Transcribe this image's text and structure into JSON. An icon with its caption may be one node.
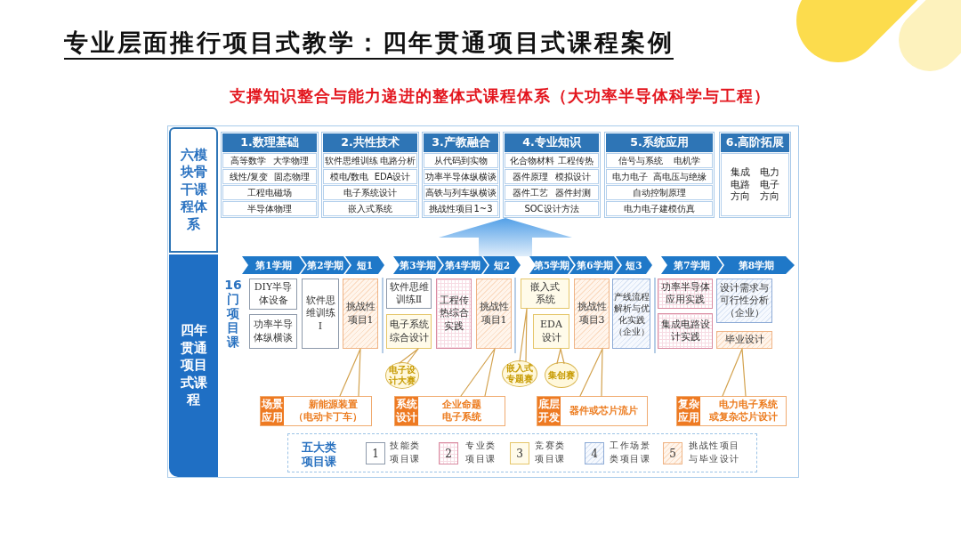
{
  "diagram": {
    "title": "专业层面推行项目式教学：四年贯通项目式课程案例",
    "nodes": [
      {
        "text": [
          "六模块骨干课程体系"
        ]
      },
      {
        "text": [
          "1.数理基础"
        ]
      },
      {
        "text": [
          "高等数学",
          "大学物理"
        ],
        "in": 1
      },
      {
        "text": [
          "线性/复变",
          "固态物理"
        ],
        "in": 1
      },
      {
        "text": [
          "工程电磁场"
        ],
        "in": 1
      },
      {
        "text": [
          "半导体物理"
        ],
        "in": 1
      },
      {
        "text": [
          "2.共性技术"
        ]
      },
      {
        "text": [
          "软件思维训练",
          "电路分析"
        ],
        "in": 6
      },
      {
        "text": [
          "模电/数电",
          "EDA设计"
        ],
        "in": 6
      },
      {
        "text": [
          "电子系统设计"
        ],
        "in": 6
      },
      {
        "text": [
          "嵌入式系统"
        ],
        "in": 6
      },
      {
        "text": [
          "3.产教融合"
        ]
      },
      {
        "text": [
          "从代码到实物"
        ],
        "in": 11
      },
      {
        "text": [
          "功率半导体纵横谈"
        ],
        "in": 11
      },
      {
        "text": [
          "高铁与列车纵横谈"
        ],
        "in": 11
      },
      {
        "text": [
          "挑战性项目1~3"
        ],
        "in": 11
      },
      {
        "text": [
          "4.专业知识"
        ]
      },
      {
        "text": [
          "化合物材料",
          "工程传热"
        ],
        "in": 16
      },
      {
        "text": [
          "器件原理",
          "模拟设计"
        ],
        "in": 16
      },
      {
        "text": [
          "器件工艺",
          "器件封测"
        ],
        "in": 16
      },
      {
        "text": [
          "SOC设计方法"
        ],
        "in": 16
      },
      {
        "text": [
          "5.系统应用"
        ]
      },
      {
        "text": [
          "信号与系统",
          "电机学"
        ],
        "in": 21
      },
      {
        "text": [
          "电力电子",
          "高电压与绝缘"
        ],
        "in": 21
      },
      {
        "text": [
          "自动控制原理"
        ],
        "in": 21
      },
      {
        "text": [
          "电力电子建模仿真"
        ],
        "in": 21
      },
      {
        "text": [
          "6.高阶拓展"
        ]
      },
      {
        "text": [
          "集成电路方向",
          "电力电子方向"
        ],
        "in": 26
      },
      {
        "text": [
          "四年贯通项目式课程"
        ]
      },
      {
        "text": [
          "第1学期"
        ]
      },
      {
        "text": [
          "第2学期"
        ]
      },
      {
        "text": [
          "短1"
        ]
      },
      {
        "text": [
          "第3学期"
        ]
      },
      {
        "text": [
          "第4学期"
        ]
      },
      {
        "text": [
          "短2"
        ]
      },
      {
        "text": [
          "第5学期"
        ]
      },
      {
        "text": [
          "第6学期"
        ]
      },
      {
        "text": [
          "短3"
        ]
      },
      {
        "text": [
          "第7学期"
        ]
      },
      {
        "text": [
          "第8学期"
        ]
      },
      {
        "text": [
          "DIY半导体设备"
        ]
      },
      {
        "text": [
          "功率半导体纵横谈"
        ]
      },
      {
        "text": [
          "软件思维训练Ⅰ"
        ]
      },
      {
        "text": [
          "挑战性项目1"
        ]
      },
      {
        "text": [
          "软件思维训练Ⅱ"
        ]
      },
      {
        "text": [
          "电子系统综合设计"
        ]
      },
      {
        "text": [
          "工程传热综合实践"
        ]
      },
      {
        "text": [
          "挑战性项目1"
        ]
      },
      {
        "text": [
          "嵌入式系统"
        ]
      },
      {
        "text": [
          "EDA设计"
        ]
      },
      {
        "text": [
          "挑战性项目3"
        ]
      },
      {
        "text": [
          "产线流程解析与优化实践（企业）"
        ]
      },
      {
        "text": [
          "功率半导体应用实践"
        ]
      },
      {
        "text": [
          "集成电路设计实践"
        ]
      },
      {
        "text": [
          "设计需求与可行性分析（企业）"
        ]
      },
      {
        "text": [
          "毕业设计"
        ]
      },
      {
        "text": [
          "电子设计大赛"
        ]
      },
      {
        "text": [
          "嵌入式专题赛"
        ]
      },
      {
        "text": [
          "集创赛"
        ]
      },
      {
        "text": [
          "场景应用",
          "新能源装置（电动卡丁车）"
        ]
      },
      {
        "text": [
          "系统设计",
          "企业命题电子系统"
        ]
      },
      {
        "text": [
          "底层开发",
          "器件或芯片流片"
        ]
      },
      {
        "text": [
          "复杂应用",
          "电力电子系统或复杂芯片设计"
        ]
      }
    ],
    "edges": [
      {
        "from": 56,
        "to": 45,
        "arrow": "none"
      },
      {
        "from": 57,
        "to": 48,
        "arrow": "none"
      },
      {
        "from": 58,
        "to": 49,
        "arrow": "none"
      },
      {
        "from": 59,
        "to": 43,
        "arrow": "none"
      },
      {
        "from": 60,
        "to": 47,
        "arrow": "none"
      },
      {
        "from": 61,
        "to": 50,
        "arrow": "none"
      },
      {
        "from": 62,
        "to": 55,
        "arrow": "none"
      },
      {
        "from": 34,
        "to": 16,
        "arrow": "to",
        "style": "thick",
        "color": "#4a9be6"
      }
    ],
    "labels": [
      "支撑知识整合与能力递进的整体式课程体系（大功率半导体科学与工程）",
      "16门项目课",
      "五大类项目课",
      "1",
      "2",
      "3",
      "4",
      "5"
    ],
    "legend": [
      {
        "text": "技能类项目课"
      },
      {
        "text": "专业类项目课"
      },
      {
        "text": "竞赛类项目课"
      },
      {
        "text": "工作场景类项目课"
      },
      {
        "text": "挑战性项目与毕业设计"
      }
    ]
  }
}
